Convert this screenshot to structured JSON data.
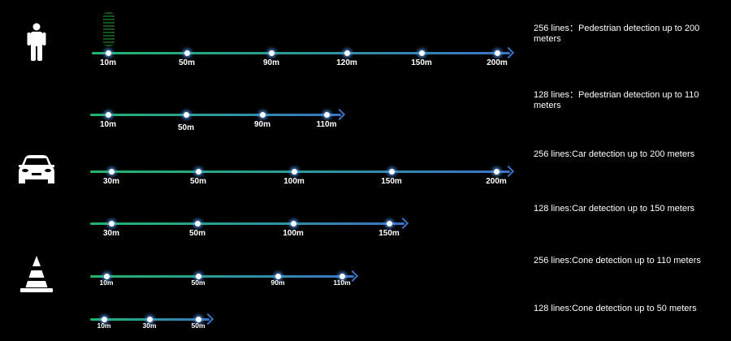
{
  "rows": [
    {
      "category": "pedestrian",
      "description": "256 lines：Pedestrian detection up to 200 meters",
      "ticks": [
        "10m",
        "50m",
        "90m",
        "120m",
        "150m",
        "200m"
      ]
    },
    {
      "category": "pedestrian",
      "description": "128 lines：Pedestrian detection up to 110 meters",
      "ticks": [
        "10m",
        "50m",
        "90m",
        "110m"
      ]
    },
    {
      "category": "car",
      "description": "256 lines:Car detection up to 200 meters",
      "ticks": [
        "30m",
        "50m",
        "100m",
        "150m",
        "200m"
      ]
    },
    {
      "category": "car",
      "description": "128 lines:Car detection up to 150 meters",
      "ticks": [
        "30m",
        "50m",
        "100m",
        "150m"
      ]
    },
    {
      "category": "cone",
      "description": "256 lines:Cone detection up to 110 meters",
      "ticks": [
        "10m",
        "50m",
        "90m",
        "110m"
      ]
    },
    {
      "category": "cone",
      "description": "128 lines:Cone detection up to 50 meters",
      "ticks": [
        "10m",
        "30m",
        "50m"
      ]
    }
  ],
  "icons": [
    "pedestrian-icon",
    "car-icon",
    "traffic-cone-icon"
  ],
  "colors": {
    "track_start": "#22b46c",
    "track_end": "#3a72c8",
    "background": "#000000"
  }
}
